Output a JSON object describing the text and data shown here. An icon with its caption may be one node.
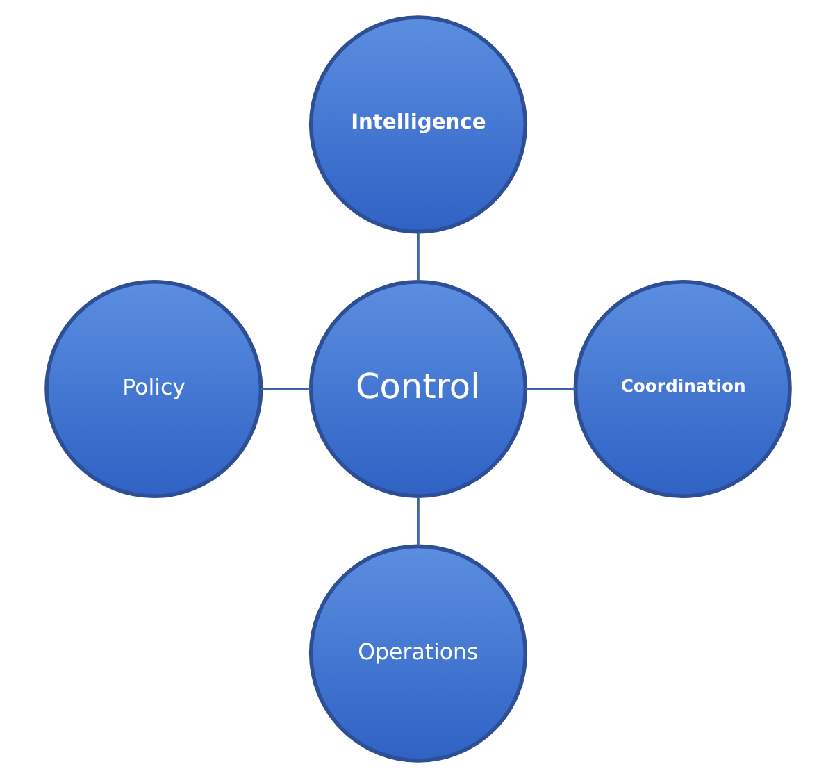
{
  "diagram": {
    "nodes": [
      {
        "text": [
          "Intelligence"
        ]
      },
      {
        "text": [
          "Policy"
        ]
      },
      {
        "text": [
          "Control"
        ]
      },
      {
        "text": [
          "Coordination"
        ]
      },
      {
        "text": [
          "Operations"
        ]
      }
    ],
    "edges": [
      {
        "from": 0,
        "to": 2,
        "arrow": "none"
      },
      {
        "from": 1,
        "to": 2,
        "arrow": "none"
      },
      {
        "from": 2,
        "to": 3,
        "arrow": "none"
      },
      {
        "from": 2,
        "to": 4,
        "arrow": "none"
      }
    ]
  }
}
